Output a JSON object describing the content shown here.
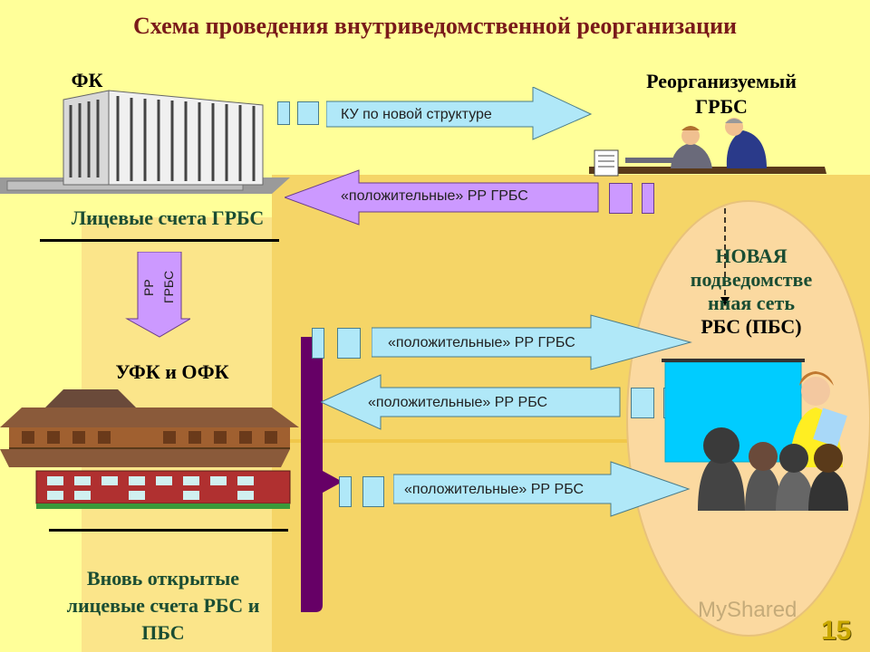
{
  "title": "Схема проведения внутриведомственной реорганизации",
  "fk": {
    "label": "ФК",
    "accounts_label": "Лицевые счета ГРБС"
  },
  "grbs": {
    "label_line1": "Реорганизуемый",
    "label_line2": "ГРБС"
  },
  "vertical_arrow": {
    "line1": "РР",
    "line2": "ГРБС"
  },
  "ufk": {
    "label": "УФК и ОФК",
    "new_accounts_line1": "Вновь открытые",
    "new_accounts_line2": "лицевые счета РБС и",
    "new_accounts_line3": "ПБС"
  },
  "network": {
    "line1": "НОВАЯ",
    "line2": "подведомстве",
    "line3": "нная сеть",
    "line4": "РБС (ПБС)"
  },
  "arrows": {
    "ku": "КУ по новой структуре",
    "positive_grbs_top": "«положительные» РР ГРБС",
    "positive_grbs_mid": "«положительные»  РР ГРБС",
    "positive_rbs_left": "«положительные»  РР РБС",
    "positive_rbs_bottom": "«положительные»  РР РБС"
  },
  "watermark": "MyShared",
  "page_number": "15",
  "colors": {
    "background_top": "#ffff99",
    "background_bottom": "#f5d567",
    "arrow_blue": "#b0e8f8",
    "arrow_purple": "#cc99ff",
    "bracket": "#660066",
    "oval": "#fbd9a0"
  }
}
